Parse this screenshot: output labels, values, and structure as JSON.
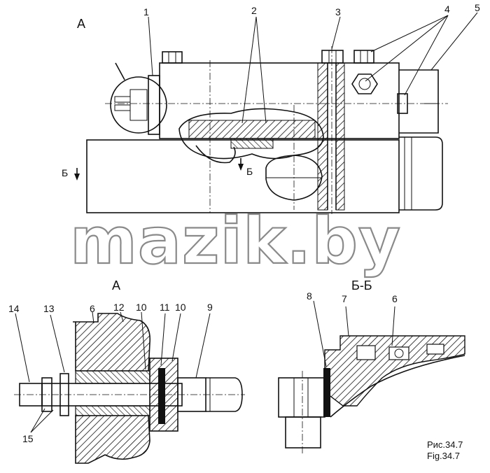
{
  "main_view": {
    "callouts": [
      "1",
      "2",
      "3",
      "4",
      "5"
    ],
    "detail_label": "А",
    "section_mark": "Б"
  },
  "detail_a": {
    "title": "А",
    "callouts": [
      "14",
      "13",
      "6",
      "12",
      "10",
      "11",
      "10",
      "9",
      "15"
    ]
  },
  "section_bb": {
    "title": "Б-Б",
    "callouts": [
      "8",
      "7",
      "6"
    ]
  },
  "caption": {
    "ru": "Рис.34.7",
    "en": "Fig.34.7"
  },
  "watermark": "mazik.by"
}
